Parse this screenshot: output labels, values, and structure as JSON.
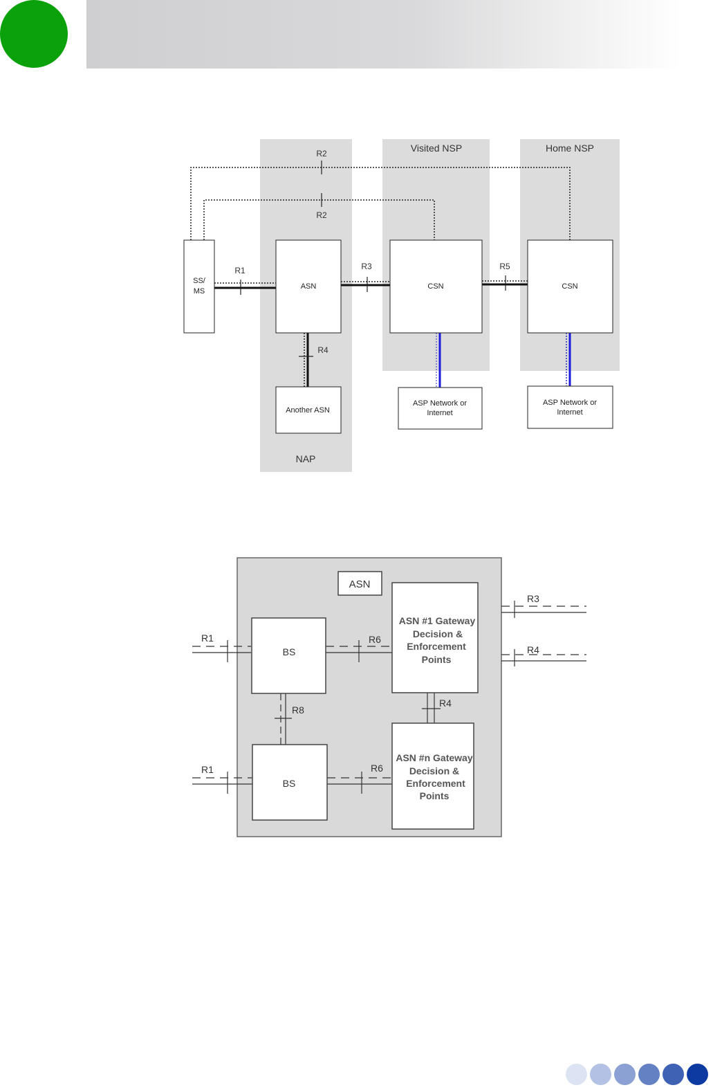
{
  "header": {
    "logo_color": "#0aa10a",
    "band_color": "#d0d0d2"
  },
  "diagram1": {
    "regions": {
      "nap": "NAP",
      "visited": "Visited NSP",
      "home": "Home NSP"
    },
    "nodes": {
      "ssms_line1": "SS/",
      "ssms_line2": "MS",
      "asn": "ASN",
      "csn_visited": "CSN",
      "csn_home": "CSN",
      "another_asn": "Another ASN",
      "asp_visited_line1": "ASP Network or",
      "asp_visited_line2": "Internet",
      "asp_home_line1": "ASP Network  or",
      "asp_home_line2": "Internet"
    },
    "refpoints": {
      "r2_top": "R2",
      "r2_bottom": "R2",
      "r1": "R1",
      "r3": "R3",
      "r5": "R5",
      "r4": "R4"
    },
    "colors": {
      "region_fill": "#dcdcdc",
      "blue_link": "#1a1adc"
    }
  },
  "diagram2": {
    "title": "ASN",
    "nodes": {
      "bs_top": "BS",
      "bs_bottom": "BS",
      "gw1": [
        "ASN #1 Gateway",
        "Decision &",
        "Enforcement",
        "Points"
      ],
      "gwn": [
        "ASN #n Gateway",
        "Decision &",
        "Enforcement",
        "Points"
      ]
    },
    "refpoints": {
      "r1_top": "R1",
      "r1_bottom": "R1",
      "r6_top": "R6",
      "r6_bottom": "R6",
      "r8": "R8",
      "r4_inner": "R4",
      "r3": "R3",
      "r4_outer": "R4"
    },
    "colors": {
      "container_fill": "#d9d9d9"
    }
  },
  "footer": {
    "dot_colors": [
      "#dce3f2",
      "#b3c2e4",
      "#8ba1d3",
      "#6481c4",
      "#3f62b4",
      "#0d3aa0"
    ]
  }
}
